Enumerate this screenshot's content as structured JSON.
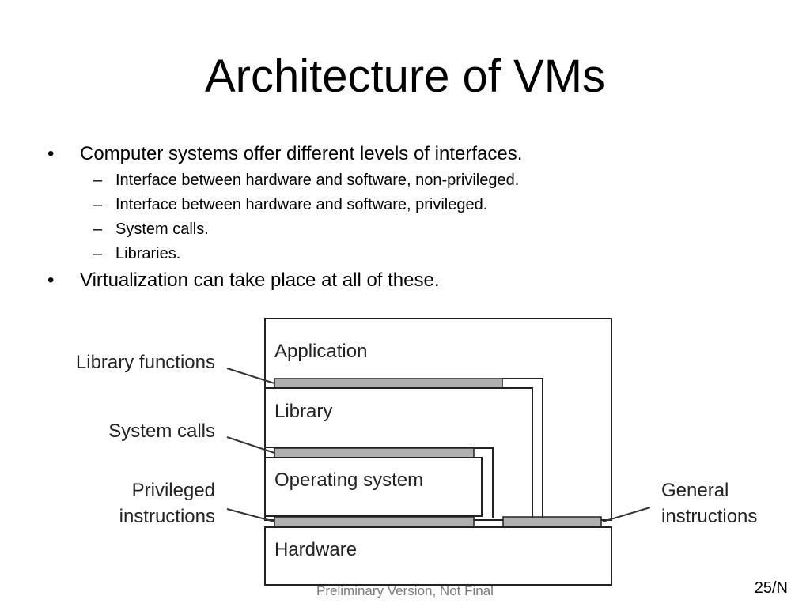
{
  "slide": {
    "title": "Architecture of VMs",
    "bullets": [
      {
        "marker": "•",
        "text": "Computer systems offer different levels of interfaces."
      },
      {
        "marker": "–",
        "text": "Interface between hardware and software, non-privileged."
      },
      {
        "marker": "–",
        "text": "Interface between hardware and software, privileged."
      },
      {
        "marker": "–",
        "text": "System calls."
      },
      {
        "marker": "–",
        "text": "Libraries."
      },
      {
        "marker": "•",
        "text": "Virtualization can take place at all of these."
      }
    ],
    "footer": "Preliminary Version, Not Final",
    "page_number": "25/N"
  },
  "diagram": {
    "layers": {
      "application": "Application",
      "library": "Library",
      "os": "Operating system",
      "hardware": "Hardware"
    },
    "callouts": {
      "library_functions": "Library functions",
      "system_calls": "System calls",
      "privileged_1": "Privileged",
      "privileged_2": "instructions",
      "general_1": "General",
      "general_2": "instructions"
    },
    "colors": {
      "interface_bar": "#b0b0b0",
      "stroke": "#222222"
    }
  }
}
